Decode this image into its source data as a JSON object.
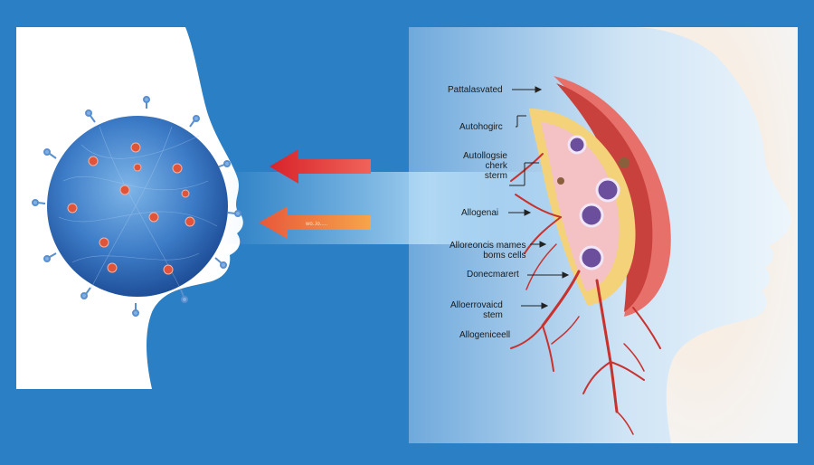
{
  "labels": {
    "patta": "Pattalasvated",
    "autohogirc": "Autohogirc",
    "autologsie_line1": "Autollogsie",
    "autologsie_line2": "cherk",
    "autologsie_line3": "sterm",
    "allogenai": "Allogenai",
    "alloreoncis_line1": "Alloreoncis mames",
    "alloreoncis_line2": "boms cells",
    "donecmarert": "Donecmarert",
    "alloerrovaicd_line1": "Alloerrovaicd",
    "alloerrovaicd_line2": "stem",
    "allogeniceell": "Allogeniceell"
  },
  "arrow_label": "wo..lo.....",
  "colors": {
    "background": "#2b7fc4",
    "cell": "#2f6fb8",
    "cell_dots": "#e0553a",
    "arrow_red": "#e03a3a",
    "arrow_orange": "#f08a3a",
    "vessel": "#c8322e",
    "membrane": "#e8706a",
    "fat_layer": "#f3d27a"
  },
  "icons": [
    "head-silhouette-left",
    "virus-cell",
    "head-silhouette-right",
    "skin-cross-section",
    "blood-vessel-network"
  ]
}
